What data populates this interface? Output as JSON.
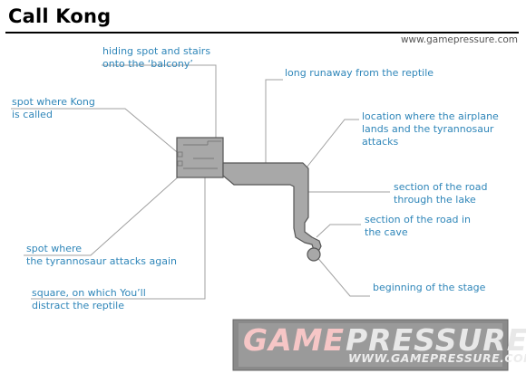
{
  "header": {
    "title": "Call Kong",
    "site_url": "www.gamepressure.com"
  },
  "labels": {
    "hiding_spot": "hiding spot and stairs\nonto the ‘balcony’",
    "long_runaway": "long runaway from the reptile",
    "kong_called": "spot where Kong\nis called",
    "airplane_lands": "location where the airplane\nlands and the tyrannosaur\nattacks",
    "road_lake": "section of the road\nthrough the lake",
    "road_cave": "section of the road in\nthe cave",
    "beginning": "beginning of the stage",
    "tyrannosaur_again": "spot where\nthe tyrannosaur attacks again",
    "square": "square, on which You’ll\ndistract the reptile"
  },
  "watermark": {
    "game": "GAME",
    "pressure": "PRESSURE",
    "url": "WWW.GAMEPRESSURE.COM"
  },
  "colors": {
    "label": "#2f86b9",
    "leader_line": "#a0a0a0",
    "map_fill": "#a8a8a8",
    "map_stroke": "#555555"
  }
}
